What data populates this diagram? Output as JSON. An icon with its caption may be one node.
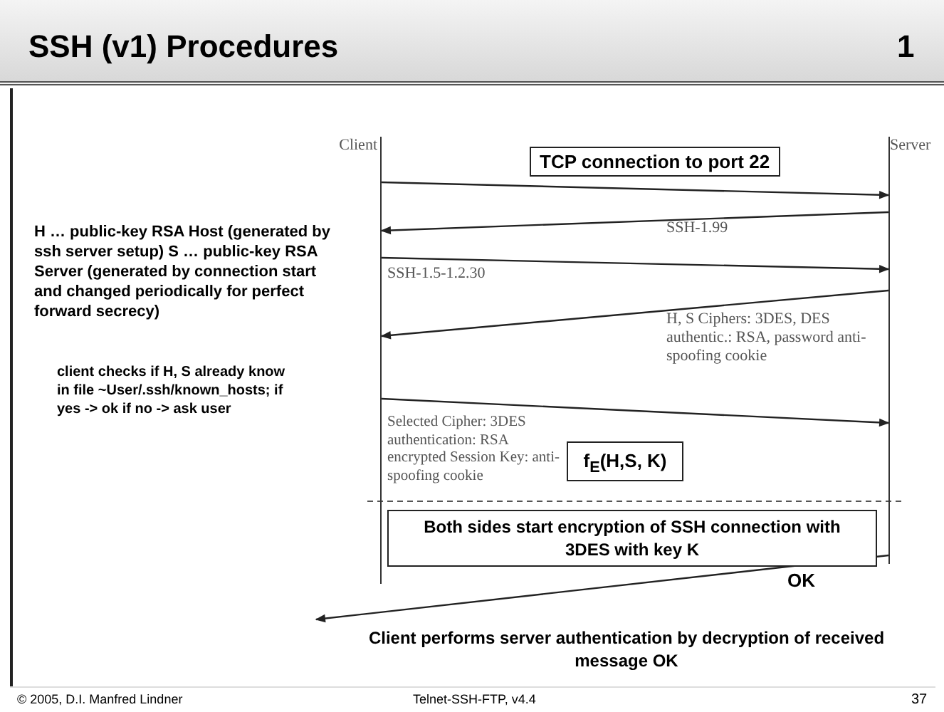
{
  "diagram": {
    "title": "SSH (v1) Procedures",
    "nodes": [
      {
        "text": [
          "Client"
        ]
      },
      {
        "text": [
          "Server"
        ]
      },
      {
        "text": [
          "f$_{E}$(H,S, K)"
        ]
      },
      {
        "text": [
          "Both sides start encryption of SSH connection with 3DES with key K"
        ]
      }
    ],
    "edges": [
      {
        "from": 0,
        "to": 1,
        "arrow": "to",
        "label": "TCP connection to port 22"
      },
      {
        "from": 1,
        "to": 0,
        "arrow": "to",
        "label": "SSH-1.99"
      },
      {
        "from": 0,
        "to": 1,
        "arrow": "to",
        "label": "SSH-1.5-1.2.30"
      },
      {
        "from": 1,
        "to": 0,
        "arrow": "to",
        "label": "H, S Ciphers: 3DES, DES authentic.: RSA, password anti-spoofing cookie"
      },
      {
        "from": 0,
        "to": 1,
        "arrow": "to",
        "label": "Selected Cipher: 3DES authentication: RSA encrypted Session Key: anti-spoofing cookie"
      },
      {
        "from": 1,
        "to": null,
        "arrow": "to",
        "label": "OK"
      }
    ],
    "labels": [
      "1",
      "H … public-key RSA Host (generated by ssh server setup) S … public-key RSA Server (generated by connection start and changed periodically for perfect forward secrecy)",
      "client checks if H, S already know in file ~User/.ssh/known_hosts; if yes -> ok if no -> ask user",
      "Client performs server authentication by decryption of received message OK",
      "© 2005, D.I. Manfred Lindner",
      "Telnet-SSH-FTP, v4.4",
      "37"
    ]
  }
}
